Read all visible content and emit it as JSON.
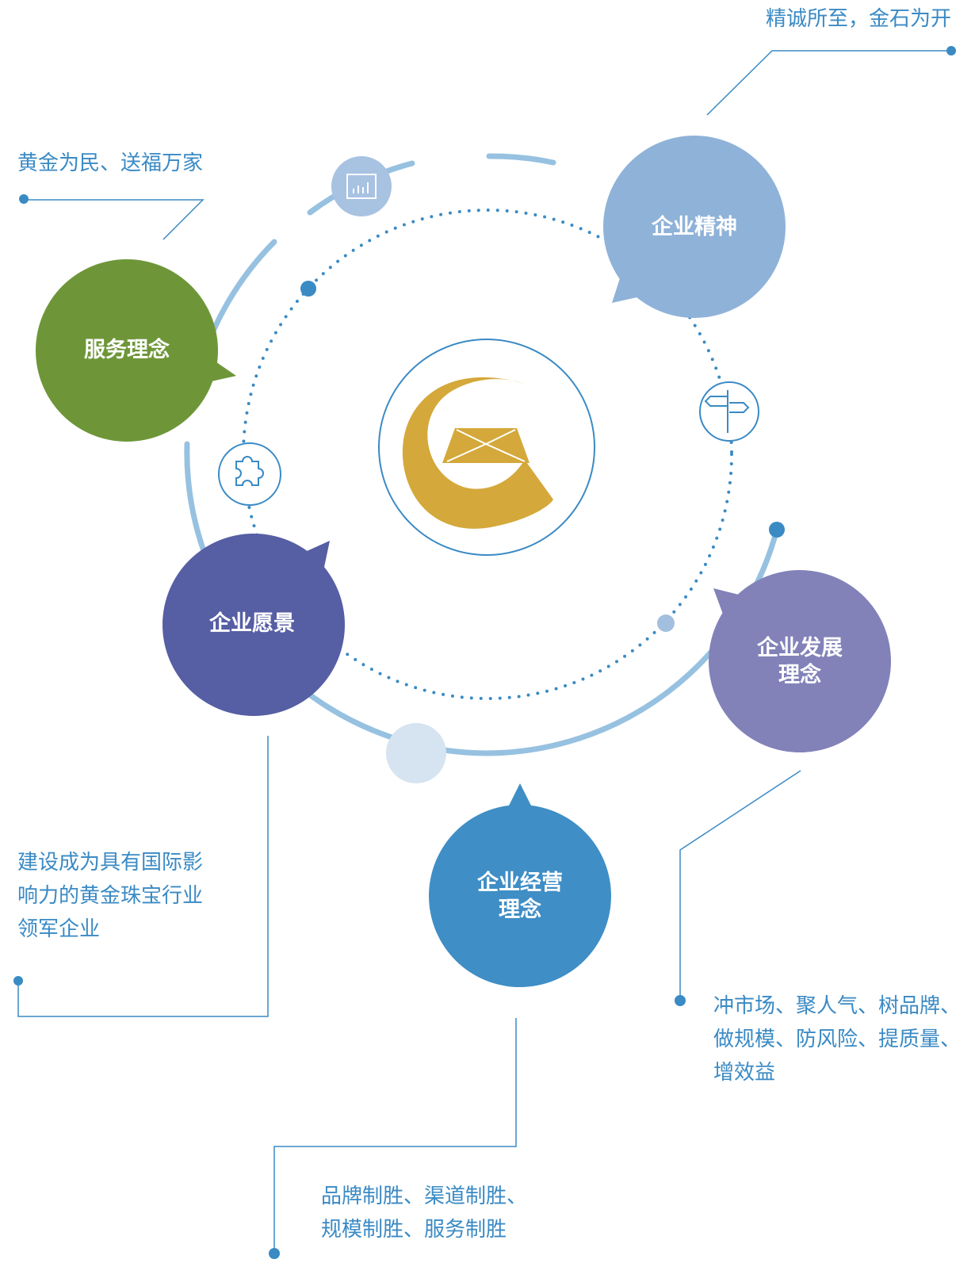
{
  "values": {
    "service": {
      "title": "服务理念",
      "text": "黄金为民、送福万家",
      "color": "#6e9638"
    },
    "spirit": {
      "title": "企业精神",
      "text": "精诚所至，金石为开",
      "color": "#8fb2d8"
    },
    "vision": {
      "title": "企业愿景",
      "text_lines": [
        "建设成为具有国际影",
        "响力的黄金珠宝行业",
        "领军企业"
      ],
      "color": "#565ea4"
    },
    "development": {
      "title_lines": [
        "企业发展",
        "理念"
      ],
      "text_lines": [
        "冲市场、聚人气、树品牌、",
        "做规模、防风险、提质量、",
        "增效益"
      ],
      "color": "#8282b9"
    },
    "operation": {
      "title_lines": [
        "企业经营",
        "理念"
      ],
      "text_lines": [
        "品牌制胜、渠道制胜、",
        "规模制胜、服务制胜"
      ],
      "color": "#3f8ec6"
    }
  },
  "icons": {
    "chart": "bar-chart-icon",
    "puzzle": "puzzle-icon",
    "signpost": "signpost-icon",
    "logo": "gold-logo"
  },
  "colors": {
    "accent": "#3a8ac4",
    "ring": "#97c1e0",
    "gold": "#d4a83a"
  }
}
